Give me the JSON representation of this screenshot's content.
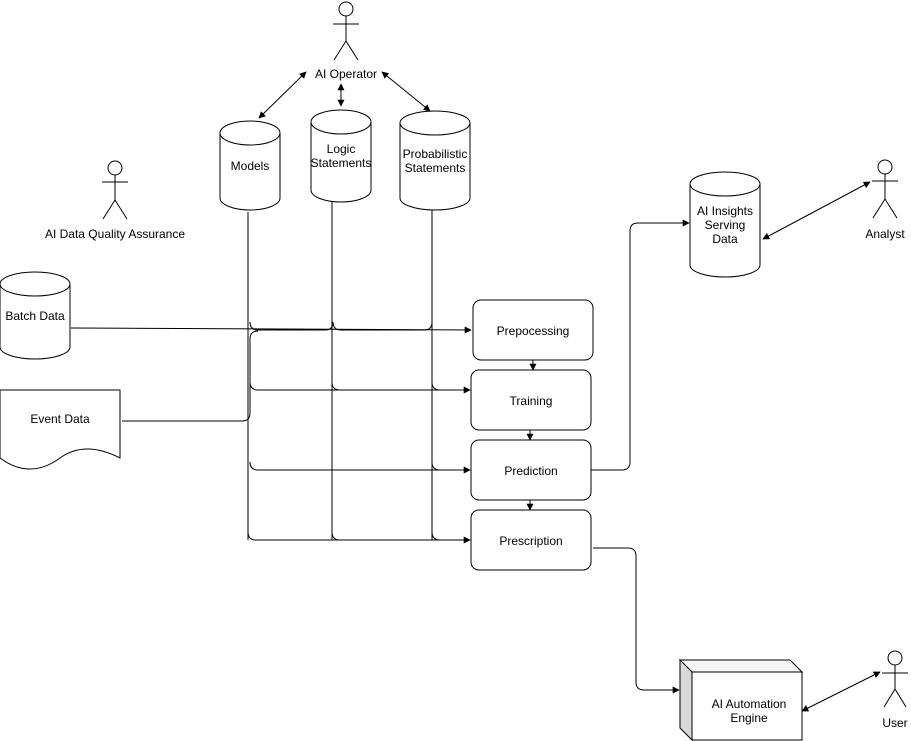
{
  "actors": {
    "ai_operator": "AI Operator",
    "ai_data_quality_assurance": "AI Data Quality Assurance",
    "analyst": "Analyst",
    "user": "User"
  },
  "stores": {
    "models": "Models",
    "logic_line1": "Logic",
    "logic_line2": "Statements",
    "probabilistic_line1": "Probabilistic",
    "probabilistic_line2": "Statements",
    "batch_data": "Batch Data",
    "insights_line1": "AI Insights",
    "insights_line2": "Serving",
    "insights_line3": "Data"
  },
  "documents": {
    "event_data": "Event Data"
  },
  "steps": {
    "prepocessing": "Prepocessing",
    "training": "Training",
    "prediction": "Prediction",
    "prescription": "Prescription"
  },
  "engine": {
    "line1": "AI Automation",
    "line2": "Engine"
  }
}
